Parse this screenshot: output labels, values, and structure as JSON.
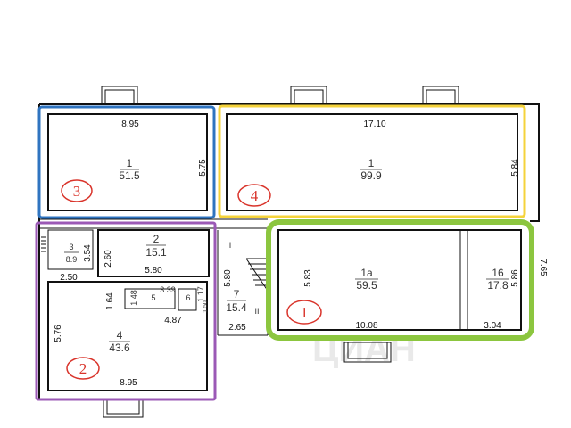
{
  "colors": {
    "zone1": "#8cc63f",
    "zone2": "#9b59b6",
    "zone3": "#2f74c0",
    "zone4": "#f5d33b",
    "marker": "#d9342b"
  },
  "zones": {
    "z1": {
      "label": "1"
    },
    "z2": {
      "label": "2"
    },
    "z3": {
      "label": "3"
    },
    "z4": {
      "label": "4"
    }
  },
  "rooms": {
    "r1_left": {
      "num": "1",
      "area": "51.5"
    },
    "r1_right": {
      "num": "1",
      "area": "99.9"
    },
    "r2": {
      "num": "2",
      "area": "15.1"
    },
    "r3": {
      "num": "3",
      "area": "8.9"
    },
    "r4": {
      "num": "4",
      "area": "43.6"
    },
    "r5": {
      "num": "5"
    },
    "r6": {
      "num": "6"
    },
    "r7": {
      "num": "7",
      "area": "15.4"
    },
    "r1a": {
      "num": "1а",
      "area": "59.5"
    },
    "r16": {
      "num": "16",
      "area": "17.8"
    }
  },
  "dims": {
    "d_8_95_top": "8.95",
    "d_5_75": "5.75",
    "d_17_10": "17.10",
    "d_5_84": "5.84",
    "d_3_54": "3.54",
    "d_2_50": "2.50",
    "d_2_60": "2.60",
    "d_5_80_h": "5.80",
    "d_5_80_v": "5.80",
    "d_2_65": "2.65",
    "d_5_83": "5.83",
    "d_10_08": "10.08",
    "d_5_86": "5.86",
    "d_3_04": "3.04",
    "d_7_65": "7.65",
    "d_1_64": "1.64",
    "d_1_48": "1.48",
    "d_3_39": "3.39",
    "d_1_17": "1.17",
    "d_1_50": "1.50",
    "d_4_87": "4.87",
    "d_5_76": "5.76",
    "d_8_95_bottom": "8.95"
  },
  "marks": {
    "corridor_I": "I",
    "corridor_II": "II"
  }
}
